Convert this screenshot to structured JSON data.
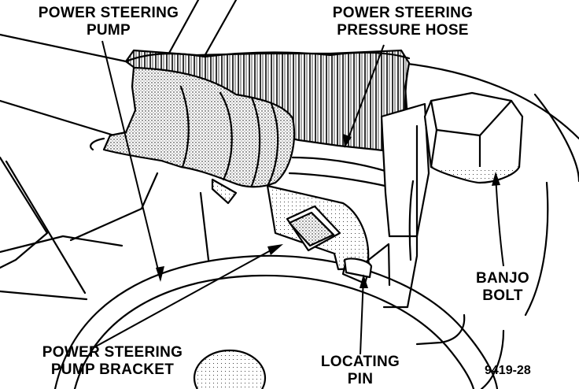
{
  "labels": {
    "pump": [
      "POWER STEERING",
      "PUMP"
    ],
    "hose": [
      "POWER STEERING",
      "PRESSURE HOSE"
    ],
    "bracket": [
      "POWER STEERING",
      "PUMP BRACKET"
    ],
    "pin": [
      "LOCATING",
      "PIN"
    ],
    "banjo": [
      "BANJO",
      "BOLT"
    ]
  },
  "figure_number": "9419-28",
  "colors": {
    "ink": "#000000",
    "paper": "#ffffff",
    "stipple": "#777777"
  }
}
